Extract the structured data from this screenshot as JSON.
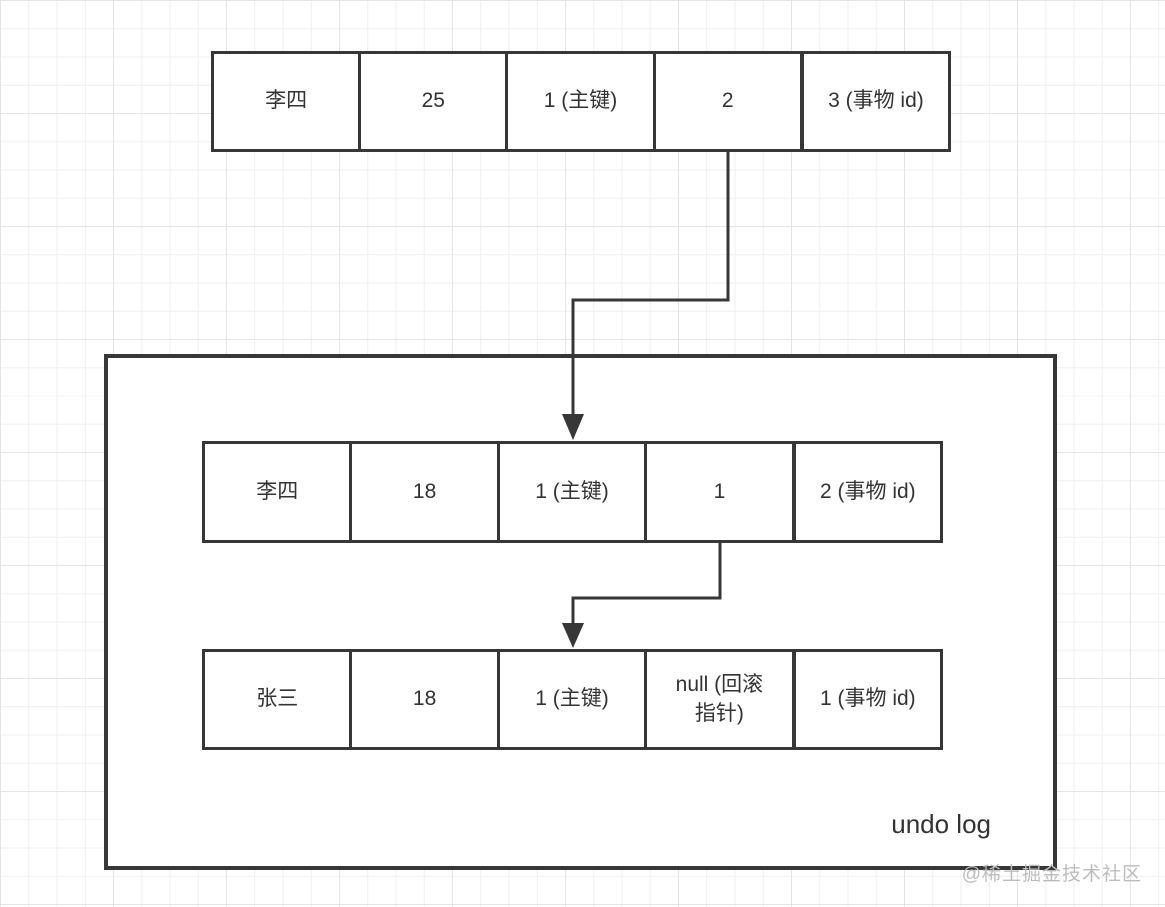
{
  "diagram": {
    "title_note": "undo log version chain of a row record",
    "undo_log_label": "undo log",
    "watermark": "@稀土掘金技术社区",
    "rows": [
      {
        "name": "current-record",
        "cells": [
          "李四",
          "25",
          "1 (主键)",
          "2",
          "3 (事物 id)"
        ]
      },
      {
        "name": "undo-version-2",
        "cells": [
          "李四",
          "18",
          "1 (主键)",
          "1",
          "2 (事物 id)"
        ]
      },
      {
        "name": "undo-version-1",
        "cells": [
          "张三",
          "18",
          "1 (主键)",
          "null (回滚指针)",
          "1 (事物 id)"
        ]
      }
    ],
    "colors": {
      "line": "#373737",
      "text": "#333333",
      "grid_minor": "#efefef",
      "grid_major": "#e4e4e4",
      "watermark": "#bcbcbc",
      "background": "#ffffff"
    }
  }
}
